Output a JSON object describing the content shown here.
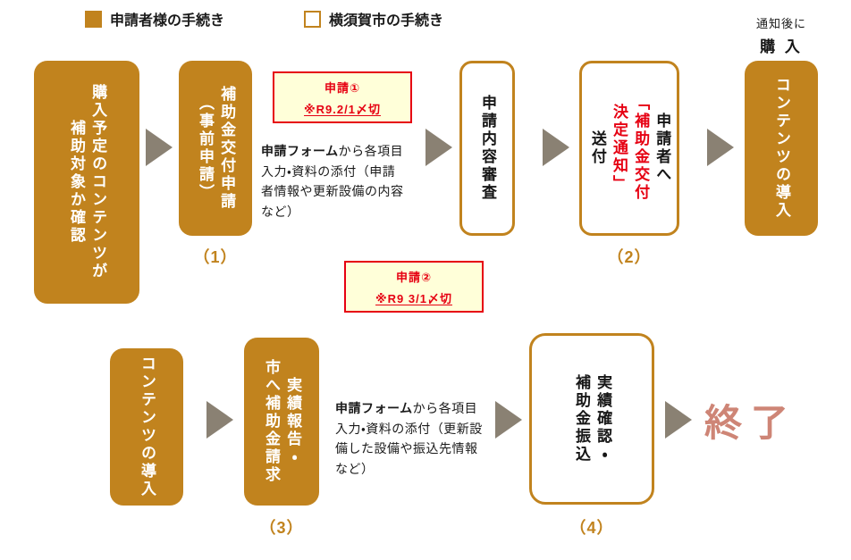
{
  "colors": {
    "orange": "#C1831E",
    "arrow": "#8A8173",
    "note_red": "#E60012",
    "note_bg": "#FFFFD9",
    "end": "#CE8576",
    "text": "#1A1A1A"
  },
  "legend": {
    "applicant_label": "申請者様の手続き",
    "city_label": "横須賀市の手続き"
  },
  "purchase_note": {
    "line1": "通知後に",
    "line2": "購 入"
  },
  "row1": {
    "confirm_box": {
      "lines": [
        "購入予定のコンテンツが",
        "補助対象か確認"
      ]
    },
    "apply_box": {
      "lines": [
        "補助金交付申請",
        "（事前申請）"
      ],
      "step_label": "（1）"
    },
    "note1": {
      "title": "申請①",
      "deadline": "※R9.2/1〆切"
    },
    "form_note1": {
      "bold": "申請フォーム",
      "rest": "から各項目入力・資料の添付（申請者情報や更新設備の内容など）"
    },
    "review_box": {
      "lines": [
        "申請内容審査"
      ]
    },
    "decision_box": {
      "line1": "申請者へ",
      "line2": "「補助金交付",
      "line3": "決定通知」",
      "line4": "送付",
      "step_label": "（2）"
    },
    "install_box": {
      "lines": [
        "コンテンツの導入"
      ]
    }
  },
  "note2": {
    "title": "申請②",
    "deadline": "※R9 3/1〆切"
  },
  "row2": {
    "install_box": {
      "lines": [
        "コンテンツの導入"
      ]
    },
    "report_box": {
      "lines": [
        "実績報告・",
        "市へ補助金請求"
      ],
      "step_label": "（3）"
    },
    "form_note2": {
      "bold": "申請フォーム",
      "rest": "から各項目入力・資料の添付（更新設備した設備や振込先情報など）"
    },
    "confirm_box": {
      "lines": [
        "実績確認・",
        "補助金振込"
      ],
      "step_label": "（4）"
    },
    "end_label": "終了"
  }
}
